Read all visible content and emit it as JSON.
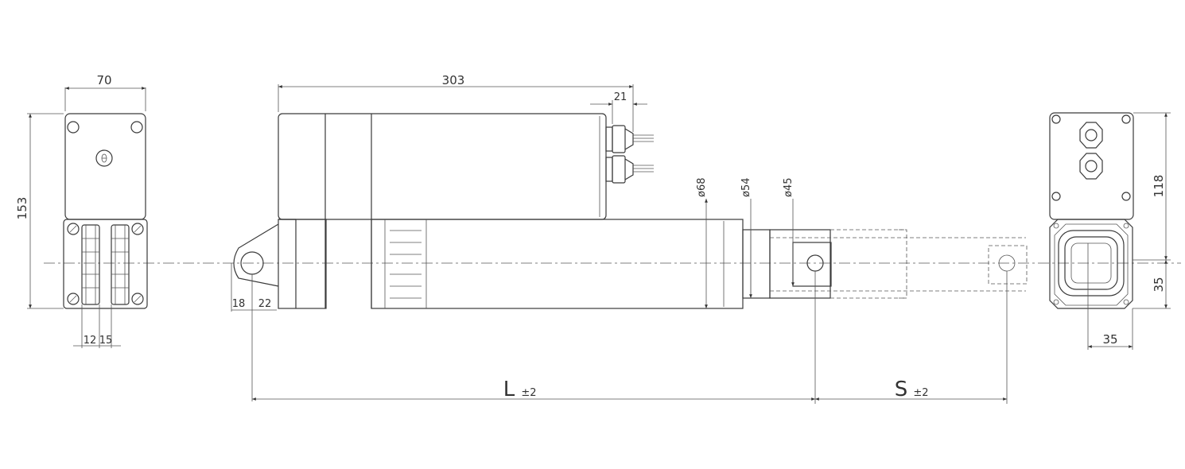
{
  "dimensions": {
    "end_width": "70",
    "end_height": "153",
    "lug_w1": "12",
    "lug_w2": "15",
    "motor_len": "303",
    "gland": "21",
    "d68": "ø68",
    "d54": "ø54",
    "d45": "ø45",
    "eye_18": "18",
    "eye_22": "22",
    "L_sym": "L",
    "L_tol": "±2",
    "S_sym": "S",
    "S_tol": "±2",
    "right_h1": "118",
    "right_h2": "35",
    "right_w": "35"
  }
}
